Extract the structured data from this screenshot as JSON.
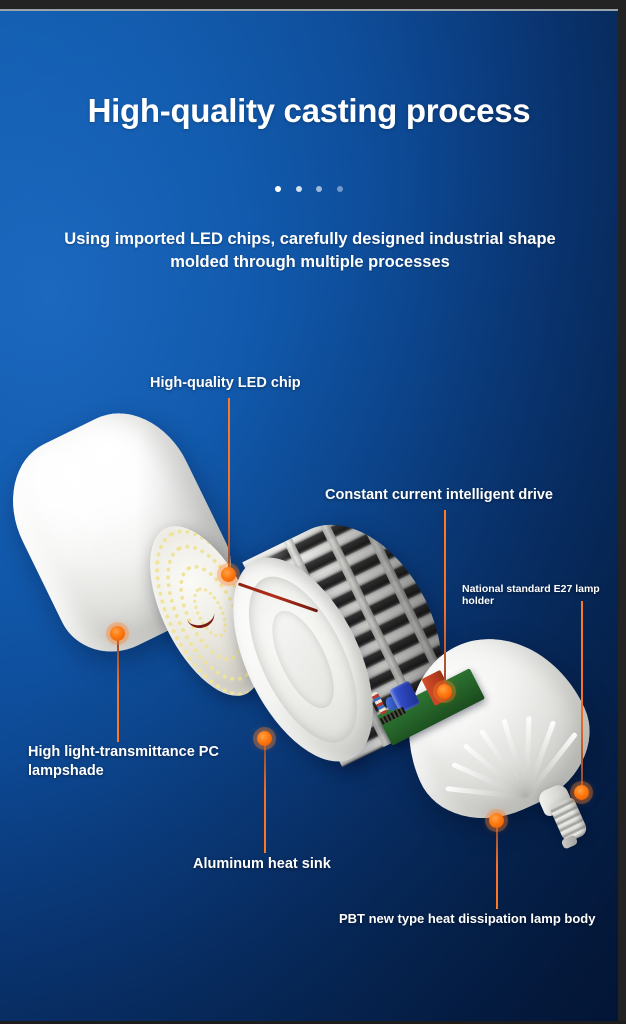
{
  "header": {
    "title": "High-quality casting process",
    "subtitle": "Using imported LED chips, carefully designed industrial shape molded through multiple processes",
    "dot_count": 4
  },
  "theme": {
    "background_blue_light": "#1b66bd",
    "background_blue_dark": "#05204a",
    "callout_orange": "#ff7a12",
    "text_white": "#ffffff",
    "chrome_dark": "#232323"
  },
  "callouts": [
    {
      "id": "led-chip",
      "label": "High-quality LED chip",
      "size": "regular"
    },
    {
      "id": "constant-current-drive",
      "label": "Constant current intelligent drive",
      "size": "regular"
    },
    {
      "id": "e27-lamp-holder",
      "label": "National standard E27 lamp holder",
      "size": "small"
    },
    {
      "id": "pc-lampshade",
      "label": "High light-transmittance PC lampshade",
      "size": "regular"
    },
    {
      "id": "aluminum-heat-sink",
      "label": "Aluminum heat sink",
      "size": "regular"
    },
    {
      "id": "pbt-lamp-body",
      "label": "PBT new type heat dissipation lamp body",
      "size": "regular"
    }
  ]
}
